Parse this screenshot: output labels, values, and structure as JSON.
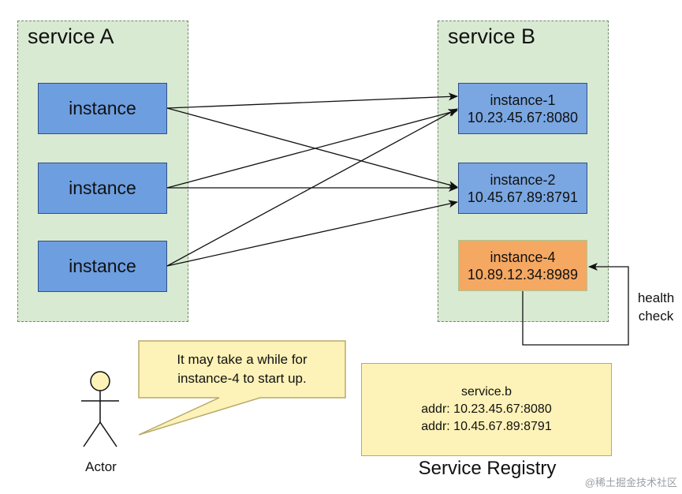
{
  "service_a": {
    "title": "service A",
    "instances": [
      {
        "label": "instance"
      },
      {
        "label": "instance"
      },
      {
        "label": "instance"
      }
    ]
  },
  "service_b": {
    "title": "service B",
    "instances": [
      {
        "name": "instance-1",
        "addr": "10.23.45.67:8080"
      },
      {
        "name": "instance-2",
        "addr": "10.45.67.89:8791"
      },
      {
        "name": "instance-4",
        "addr": "10.89.12.34:8989"
      }
    ]
  },
  "health_check": {
    "line1": "health",
    "line2": "check"
  },
  "actor": {
    "label": "Actor",
    "callout": {
      "line1": "It may take a while for",
      "line2": "instance-4 to start up."
    }
  },
  "registry": {
    "service": "service.b",
    "entries": [
      "addr: 10.23.45.67:8080",
      "addr: 10.45.67.89:8791"
    ],
    "caption": "Service Registry"
  },
  "watermark": "@稀土掘金技术社区",
  "colors": {
    "group_fill": "#d9ead3",
    "instance_fill": "#6d9ee0",
    "starting_instance_fill": "#f5a862",
    "note_fill": "#fdf2b8"
  }
}
